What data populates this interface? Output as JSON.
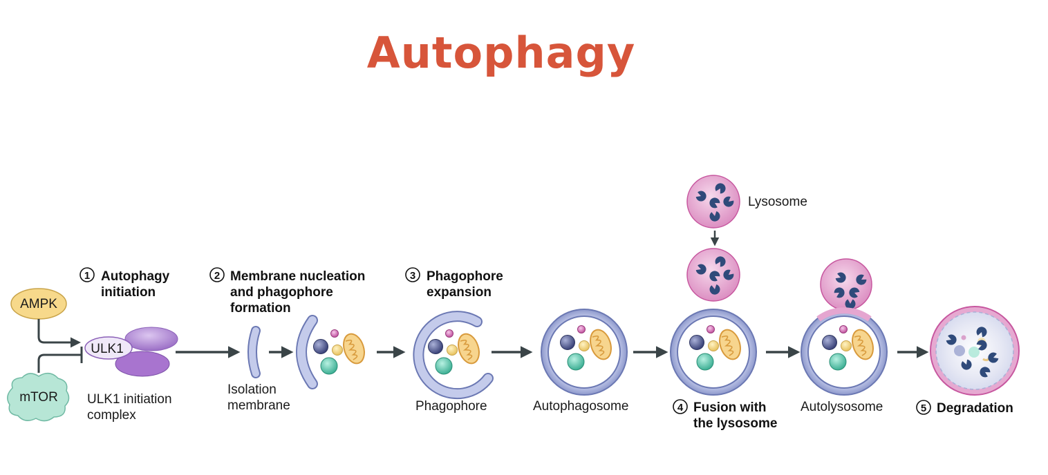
{
  "title": "Autophagy",
  "steps": [
    {
      "number": "1",
      "line1": "Autophagy",
      "line2": "initiation"
    },
    {
      "number": "2",
      "line1": "Membrane nucleation",
      "line2": "and phagophore",
      "line3": "formation"
    },
    {
      "number": "3",
      "line1": "Phagophore",
      "line2": "expansion"
    },
    {
      "number": "4",
      "line1": "Fusion with",
      "line2": "the lysosome"
    },
    {
      "number": "5",
      "line1": "Degradation"
    }
  ],
  "regulators": {
    "ampk": "AMPK",
    "mtor": "mTOR",
    "ulk1": "ULK1"
  },
  "complex_label": {
    "line1": "ULK1 initiation",
    "line2": "complex"
  },
  "stage_labels": {
    "isolation_line1": "Isolation",
    "isolation_line2": "membrane",
    "phagophore": "Phagophore",
    "autophagosome": "Autophagosome",
    "autolysosome": "Autolysosome",
    "lysosome": "Lysosome"
  },
  "colors": {
    "title": "#d7553a",
    "membrane": "#b9c2e6",
    "membrane_stroke": "#6b78b3",
    "lysosome": "#e5a6d0",
    "ampk": "#f7d98b",
    "mtor": "#b7e6d6",
    "ulk_subunit": "#b58ad6",
    "arrow": "#3a4447"
  },
  "icons": [
    "arrow-icon",
    "inhibition-icon",
    "mitochondrion-icon",
    "vesicle-icon",
    "hydrolase-icon"
  ]
}
